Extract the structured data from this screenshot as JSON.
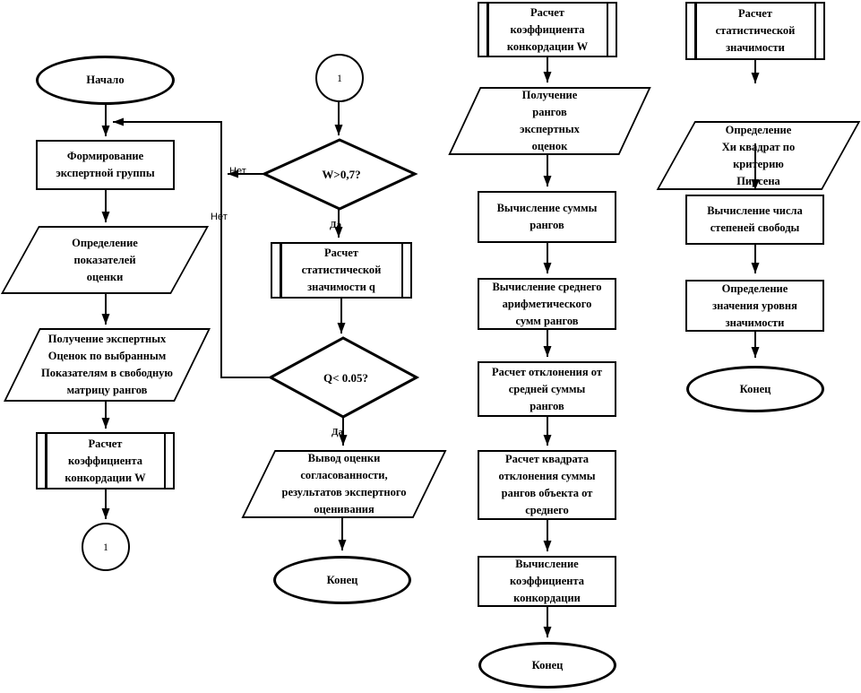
{
  "col1": {
    "start": "Начало",
    "form_group": "Формирование\nэкспертной группы",
    "define_indicators": "Определение\nпоказателей\nоценки",
    "collect_scores": "Получение экспертных\nОценок по выбранным\nПоказателям в свободную\nматрицу рангов",
    "calc_w": "Расчет\nкоэффициента\nконкордации W",
    "connector": "1"
  },
  "col2": {
    "connector": "1",
    "decision_w": "W>0,7?",
    "calc_q": "Расчет\nстатистической\nзначимости q",
    "decision_q": "Q< 0.05?",
    "output": "Вывод оценки\nсогласованности,\nрезультатов экспертного\nоценивания",
    "end": "Конец",
    "label_no_w": "Нет",
    "label_no_q": "Нет",
    "label_yes_w": "Да",
    "label_yes_q": "Да"
  },
  "col3": {
    "calc_w_title": "Расчет\nкоэффициента\nконкордации W",
    "get_ranks": "Получение\nрангов\nэкспертных\nоценок",
    "sum_ranks": "Вычисление суммы\nрангов",
    "avg_ranks": "Вычисление среднего\nарифметического\nсумм рангов",
    "deviation": "Расчет отклонения от\nсредней суммы\nрангов",
    "sq_deviation": "Расчет квадрата\nотклонения суммы\nрангов объекта от\nсреднего",
    "calc_concord": "Вычисление\nкоэффициента\nконкордации",
    "end": "Конец"
  },
  "col4": {
    "calc_sig_title": "Расчет\nстатистической\nзначимости",
    "chi_square": "Определение\nХи квадрат по\nкритерию\nПирсена",
    "degrees": "Вычисление числа\nстепеней свободы",
    "sig_level": "Определение\nзначения уровня\nзначимости",
    "end": "Конец"
  }
}
